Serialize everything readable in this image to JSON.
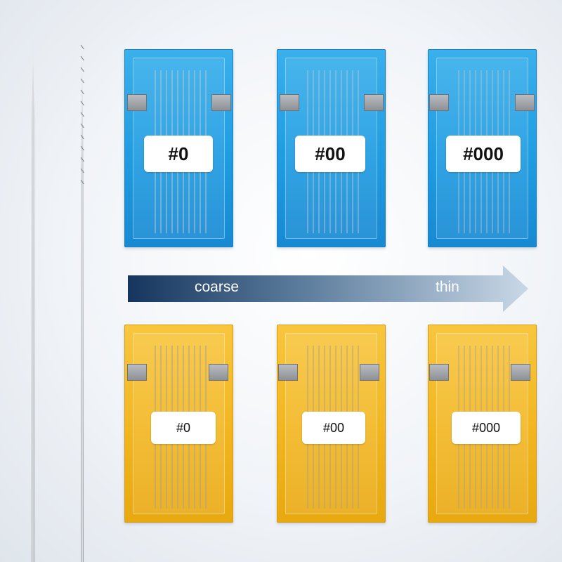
{
  "arrow": {
    "start_label": "coarse",
    "end_label": "thin",
    "color_start": "#16355e",
    "color_end": "#c9d8e6"
  },
  "rows": [
    {
      "color_name": "blue",
      "case_color": "#1f9ce2",
      "cases": [
        {
          "label": "#0"
        },
        {
          "label": "#00"
        },
        {
          "label": "#000"
        }
      ]
    },
    {
      "color_name": "yellow",
      "case_color": "#f2b51e",
      "cases": [
        {
          "label": "#0"
        },
        {
          "label": "#00"
        },
        {
          "label": "#000"
        }
      ]
    }
  ]
}
